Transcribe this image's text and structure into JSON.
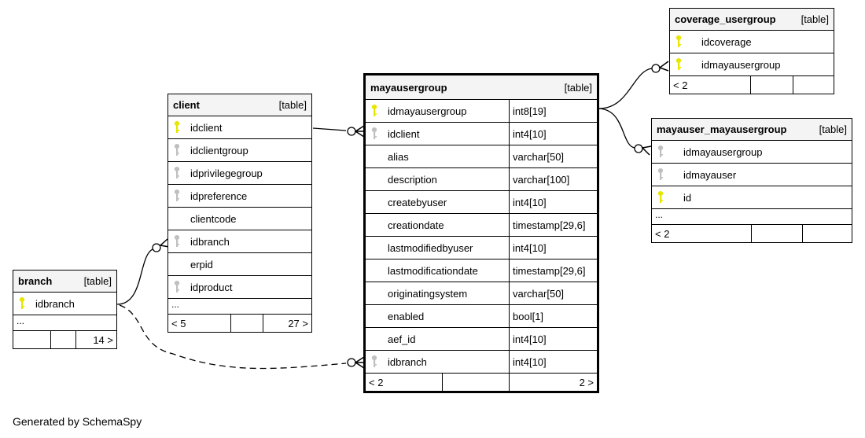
{
  "footer_text": "Generated by SchemaSpy",
  "colors": {
    "primary_key": "#e6e600",
    "foreign_key": "#c0c0c0",
    "header_bg": "#f4f4f4"
  },
  "tables": {
    "mayausergroup": {
      "name": "mayausergroup",
      "kind": "[table]",
      "columns": [
        {
          "name": "idmayausergroup",
          "type": "int8[19]",
          "key": "primary"
        },
        {
          "name": "idclient",
          "type": "int4[10]",
          "key": "foreign"
        },
        {
          "name": "alias",
          "type": "varchar[50]",
          "key": "none"
        },
        {
          "name": "description",
          "type": "varchar[100]",
          "key": "none"
        },
        {
          "name": "createbyuser",
          "type": "int4[10]",
          "key": "none"
        },
        {
          "name": "creationdate",
          "type": "timestamp[29,6]",
          "key": "none"
        },
        {
          "name": "lastmodifiedbyuser",
          "type": "int4[10]",
          "key": "none"
        },
        {
          "name": "lastmodificationdate",
          "type": "timestamp[29,6]",
          "key": "none"
        },
        {
          "name": "originatingsystem",
          "type": "varchar[50]",
          "key": "none"
        },
        {
          "name": "enabled",
          "type": "bool[1]",
          "key": "none"
        },
        {
          "name": "aef_id",
          "type": "int4[10]",
          "key": "none"
        },
        {
          "name": "idbranch",
          "type": "int4[10]",
          "key": "foreign"
        }
      ],
      "footer": {
        "left": "< 2",
        "mid": "",
        "right": "2 >"
      }
    },
    "client": {
      "name": "client",
      "kind": "[table]",
      "columns": [
        {
          "name": "idclient",
          "key": "primary"
        },
        {
          "name": "idclientgroup",
          "key": "foreign"
        },
        {
          "name": "idprivilegegroup",
          "key": "foreign"
        },
        {
          "name": "idpreference",
          "key": "foreign"
        },
        {
          "name": "clientcode",
          "key": "none"
        },
        {
          "name": "idbranch",
          "key": "foreign"
        },
        {
          "name": "erpid",
          "key": "none"
        },
        {
          "name": "idproduct",
          "key": "foreign"
        }
      ],
      "more": "...",
      "footer": {
        "left": "< 5",
        "mid": "",
        "right": "27 >"
      }
    },
    "branch": {
      "name": "branch",
      "kind": "[table]",
      "columns": [
        {
          "name": "idbranch",
          "key": "primary"
        }
      ],
      "more": "...",
      "footer": {
        "left": "",
        "mid": "",
        "right": "14 >"
      }
    },
    "coverage_usergroup": {
      "name": "coverage_usergroup",
      "kind": "[table]",
      "columns": [
        {
          "name": "idcoverage",
          "key": "primary"
        },
        {
          "name": "idmayausergroup",
          "key": "primary"
        }
      ],
      "footer": {
        "left": "< 2",
        "mid": "",
        "right": ""
      }
    },
    "mayauser_mayausergroup": {
      "name": "mayauser_mayausergroup",
      "kind": "[table]",
      "columns": [
        {
          "name": "idmayausergroup",
          "key": "foreign"
        },
        {
          "name": "idmayauser",
          "key": "foreign"
        },
        {
          "name": "id",
          "key": "primary"
        }
      ],
      "more": "...",
      "footer": {
        "left": "< 2",
        "mid": "",
        "right": ""
      }
    }
  },
  "relationships": [
    {
      "from": "client.idclient",
      "to": "mayausergroup.idclient",
      "style": "solid"
    },
    {
      "from": "branch.idbranch",
      "to": "client.idbranch",
      "style": "solid"
    },
    {
      "from": "branch.idbranch",
      "to": "mayausergroup.idbranch",
      "style": "dashed"
    },
    {
      "from": "mayausergroup.idmayausergroup",
      "to": "coverage_usergroup.idmayausergroup",
      "style": "solid"
    },
    {
      "from": "mayausergroup.idmayausergroup",
      "to": "mayauser_mayausergroup.idmayausergroup",
      "style": "solid"
    }
  ]
}
